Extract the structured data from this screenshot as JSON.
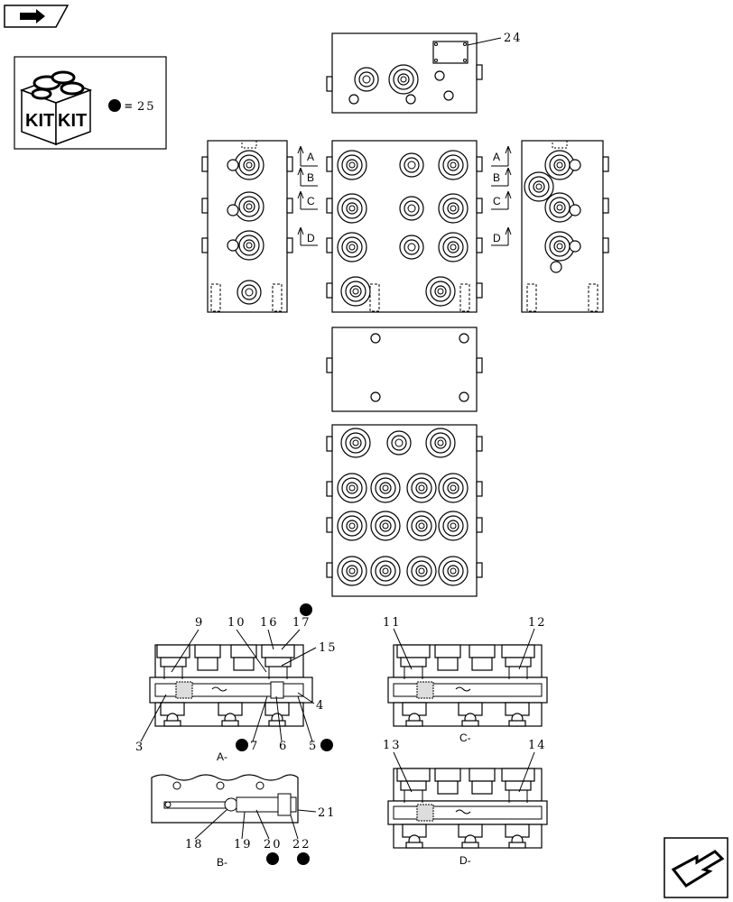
{
  "kit_box": {
    "kit_text_left": "KIT",
    "kit_text_right": "KIT",
    "kit_ref": "25"
  },
  "views": {
    "view_labels": [
      "A",
      "B",
      "C",
      "D"
    ]
  },
  "callouts": {
    "c24": "24",
    "c9": "9",
    "c10": "10",
    "c16": "16",
    "c17": "17",
    "c15": "15",
    "c4": "4",
    "c3": "3",
    "c7": "7",
    "c6": "6",
    "c5": "5",
    "c11": "11",
    "c12": "12",
    "c13": "13",
    "c14": "14",
    "c18": "18",
    "c19": "19",
    "c20": "20",
    "c22": "22",
    "c21": "21"
  },
  "sections": {
    "a": "A-",
    "b": "B-",
    "c": "C-",
    "d": "D-"
  },
  "icons": {
    "top_left": "book-arrow-icon",
    "bottom_right": "next-page-arrow-icon",
    "kit": "kit-box-icon"
  }
}
